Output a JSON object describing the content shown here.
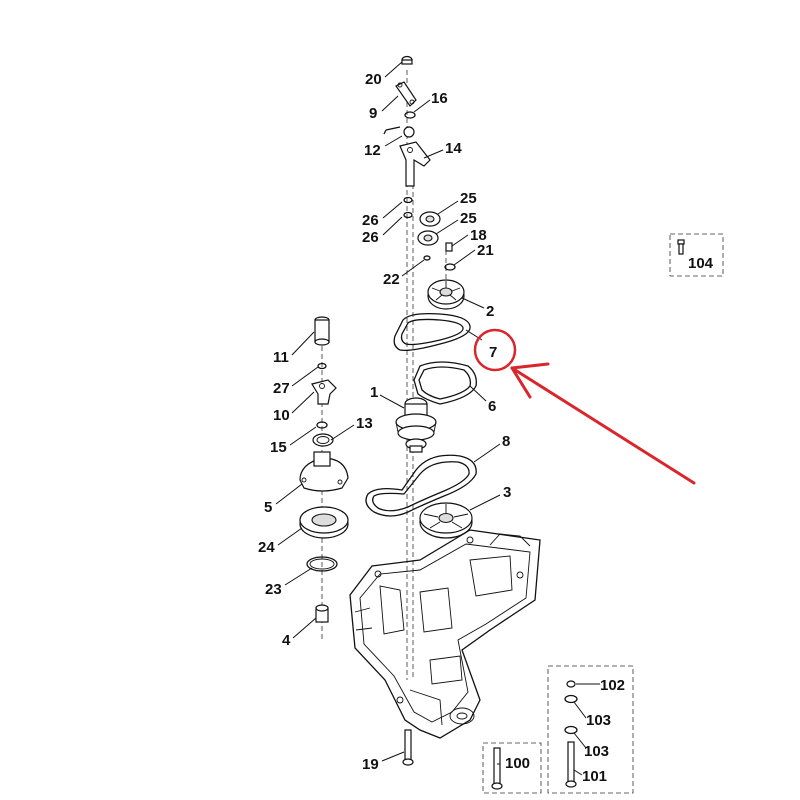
{
  "labels": {
    "l20": "20",
    "l9": "9",
    "l16": "16",
    "l12": "12",
    "l14": "14",
    "l25a": "25",
    "l26a": "26",
    "l25b": "25",
    "l26b": "26",
    "l18": "18",
    "l21": "21",
    "l22": "22",
    "l2": "2",
    "l7": "7",
    "l11": "11",
    "l27": "27",
    "l10": "10",
    "l1": "1",
    "l6": "6",
    "l15": "15",
    "l13": "13",
    "l8": "8",
    "l5": "5",
    "l3": "3",
    "l24": "24",
    "l23": "23",
    "l4": "4",
    "l19": "19",
    "l100": "100",
    "l101": "101",
    "l102": "102",
    "l103a": "103",
    "l103b": "103",
    "l104": "104"
  },
  "highlight": {
    "target_label": "7",
    "color": "#d9262c"
  },
  "colors": {
    "ink": "#111111",
    "highlight": "#d9262c"
  }
}
